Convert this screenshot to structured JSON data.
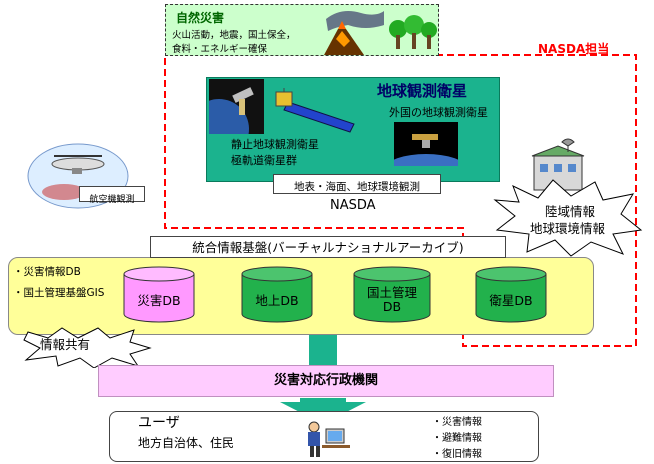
{
  "natural_disaster": {
    "title": "自然災害",
    "line1": "火山活動，地震，国土保全，",
    "line2": "食料・エネルギー確保"
  },
  "nasda_scope_label": "NASDA担当",
  "earth_obs": {
    "title": "地球観測衛星",
    "foreign": "外国の地球観測衛星",
    "geo_line1": "静止地球観測衛星",
    "geo_line2": "極軌道衛星群",
    "observation": "地表・海面、地球環境観測"
  },
  "nasda_label": "NASDA",
  "aircraft_label": "航空機観測",
  "land_info": {
    "line1": "陸域情報",
    "line2": "地球環境情報"
  },
  "integrated_platform": "統合情報基盤(バーチャルナショナルアーカイブ)",
  "db_list": {
    "item1": "・災害情報DB",
    "item2": "・国土管理基盤GIS"
  },
  "databases": {
    "disaster": "災害DB",
    "ground": "地上DB",
    "land_mgmt_line1": "国土管理",
    "land_mgmt_line2": "DB",
    "satellite": "衛星DB"
  },
  "info_sharing": "情報共有",
  "agency": "災害対応行政機関",
  "user": {
    "title": "ユーザ",
    "subtitle": "地方自治体、住民",
    "info1": "・災害情報",
    "info2": "・避難情報",
    "info3": "・復旧情報"
  },
  "colors": {
    "teal": "#1bb38e",
    "yellow": "#ffff99",
    "db_pink": "#ff99ff",
    "db_green": "#22b14c",
    "nature_green": "#ccffcc",
    "agency_pink": "#ffccff",
    "red_dash": "#ff0000"
  }
}
